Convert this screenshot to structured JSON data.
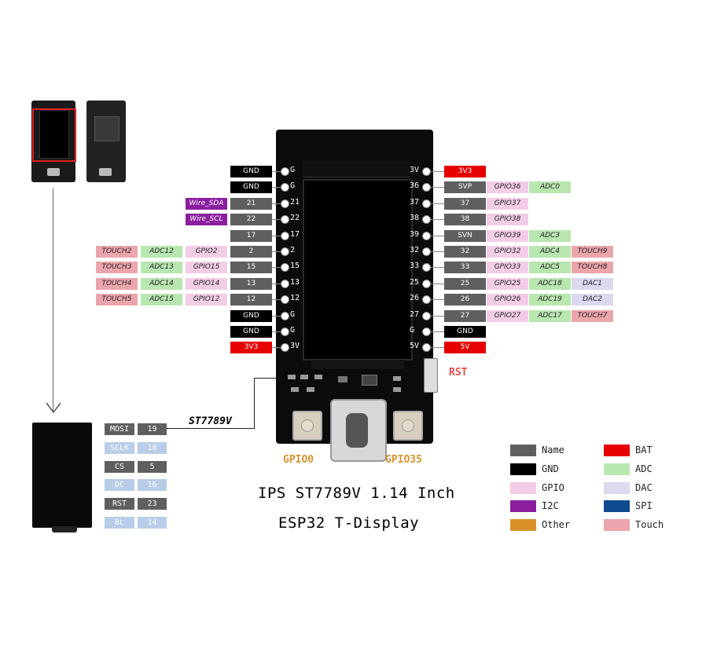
{
  "title_line1": "IPS ST7789V 1.14 Inch",
  "title_line2": "ESP32  T-Display",
  "st_label": "ST7789V",
  "rst_label": "RST",
  "button_left": "GPIO0",
  "button_right": "GPIO35",
  "left_rows": [
    {
      "pin": "G",
      "labels": [
        {
          "t": "GND",
          "c": "gnd"
        }
      ]
    },
    {
      "pin": "G",
      "labels": [
        {
          "t": "GND",
          "c": "gnd"
        }
      ]
    },
    {
      "pin": "21",
      "labels": [
        {
          "t": "Wire_SDA",
          "c": "i2c"
        },
        {
          "t": "21",
          "c": "name"
        }
      ]
    },
    {
      "pin": "22",
      "labels": [
        {
          "t": "Wire_SCL",
          "c": "i2c"
        },
        {
          "t": "22",
          "c": "name"
        }
      ]
    },
    {
      "pin": "17",
      "labels": [
        {
          "t": "17",
          "c": "name"
        }
      ]
    },
    {
      "pin": "2",
      "labels": [
        {
          "t": "TOUCH2",
          "c": "touch"
        },
        {
          "t": "ADC12",
          "c": "adc"
        },
        {
          "t": "GPIO2",
          "c": "gpio"
        },
        {
          "t": "2",
          "c": "name"
        }
      ]
    },
    {
      "pin": "15",
      "labels": [
        {
          "t": "TOUCH3",
          "c": "touch"
        },
        {
          "t": "ADC13",
          "c": "adc"
        },
        {
          "t": "GPIO15",
          "c": "gpio"
        },
        {
          "t": "15",
          "c": "name"
        }
      ]
    },
    {
      "pin": "13",
      "labels": [
        {
          "t": "TOUCH4",
          "c": "touch"
        },
        {
          "t": "ADC14",
          "c": "adc"
        },
        {
          "t": "GPIO14",
          "c": "gpio"
        },
        {
          "t": "13",
          "c": "name"
        }
      ]
    },
    {
      "pin": "12",
      "labels": [
        {
          "t": "TOUCH5",
          "c": "touch"
        },
        {
          "t": "ADC15",
          "c": "adc"
        },
        {
          "t": "GPIO12",
          "c": "gpio"
        },
        {
          "t": "12",
          "c": "name"
        }
      ]
    },
    {
      "pin": "G",
      "labels": [
        {
          "t": "GND",
          "c": "gnd"
        }
      ]
    },
    {
      "pin": "G",
      "labels": [
        {
          "t": "GND",
          "c": "gnd"
        }
      ]
    },
    {
      "pin": "3V",
      "labels": [
        {
          "t": "3V3",
          "c": "bat"
        }
      ]
    }
  ],
  "right_rows": [
    {
      "pin": "3V",
      "labels": [
        {
          "t": "3V3",
          "c": "bat"
        }
      ]
    },
    {
      "pin": "36",
      "labels": [
        {
          "t": "SVP",
          "c": "name"
        },
        {
          "t": "GPIO36",
          "c": "gpio"
        },
        {
          "t": "ADC0",
          "c": "adc"
        }
      ]
    },
    {
      "pin": "37",
      "labels": [
        {
          "t": "37",
          "c": "name"
        },
        {
          "t": "GPIO37",
          "c": "gpio"
        }
      ]
    },
    {
      "pin": "38",
      "labels": [
        {
          "t": "38",
          "c": "name"
        },
        {
          "t": "GPIO38",
          "c": "gpio"
        }
      ]
    },
    {
      "pin": "39",
      "labels": [
        {
          "t": "SVN",
          "c": "name"
        },
        {
          "t": "GPIO39",
          "c": "gpio"
        },
        {
          "t": "ADC3",
          "c": "adc"
        }
      ]
    },
    {
      "pin": "32",
      "labels": [
        {
          "t": "32",
          "c": "name"
        },
        {
          "t": "GPIO32",
          "c": "gpio"
        },
        {
          "t": "ADC4",
          "c": "adc"
        },
        {
          "t": "TOUCH9",
          "c": "touch"
        }
      ]
    },
    {
      "pin": "33",
      "labels": [
        {
          "t": "33",
          "c": "name"
        },
        {
          "t": "GPIO33",
          "c": "gpio"
        },
        {
          "t": "ADC5",
          "c": "adc"
        },
        {
          "t": "TOUCH8",
          "c": "touch"
        }
      ]
    },
    {
      "pin": "25",
      "labels": [
        {
          "t": "25",
          "c": "name"
        },
        {
          "t": "GPIO25",
          "c": "gpio"
        },
        {
          "t": "ADC18",
          "c": "adc"
        },
        {
          "t": "DAC1",
          "c": "dac"
        }
      ]
    },
    {
      "pin": "26",
      "labels": [
        {
          "t": "26",
          "c": "name"
        },
        {
          "t": "GPIO26",
          "c": "gpio"
        },
        {
          "t": "ADC19",
          "c": "adc"
        },
        {
          "t": "DAC2",
          "c": "dac"
        }
      ]
    },
    {
      "pin": "27",
      "labels": [
        {
          "t": "27",
          "c": "name"
        },
        {
          "t": "GPIO27",
          "c": "gpio"
        },
        {
          "t": "ADC17",
          "c": "adc"
        },
        {
          "t": "TOUCH7",
          "c": "touch"
        }
      ]
    },
    {
      "pin": "G",
      "labels": [
        {
          "t": "GND",
          "c": "gnd"
        }
      ]
    },
    {
      "pin": "5V",
      "labels": [
        {
          "t": "5V",
          "c": "bat"
        }
      ]
    }
  ],
  "spi_rows": [
    {
      "name": "MOSI",
      "pin": "19",
      "dark": true
    },
    {
      "name": "SCLK",
      "pin": "18",
      "dark": false
    },
    {
      "name": "CS",
      "pin": "5",
      "dark": true
    },
    {
      "name": "DC",
      "pin": "16",
      "dark": false
    },
    {
      "name": "RST",
      "pin": "23",
      "dark": true
    },
    {
      "name": "BL",
      "pin": "14",
      "dark": false
    }
  ],
  "legend": [
    {
      "name": "Name",
      "color": "#5f5f5f"
    },
    {
      "name": "BAT",
      "color": "#e60000"
    },
    {
      "name": "GND",
      "color": "#000000"
    },
    {
      "name": "ADC",
      "color": "#b8e7b0"
    },
    {
      "name": "GPIO",
      "color": "#f3cde6"
    },
    {
      "name": "DAC",
      "color": "#ddd7f0"
    },
    {
      "name": "I2C",
      "color": "#8b1fa0"
    },
    {
      "name": "SPI",
      "color": "#104a8e"
    },
    {
      "name": "Other",
      "color": "#d9912a"
    },
    {
      "name": "Touch",
      "color": "#eca5ad"
    }
  ]
}
